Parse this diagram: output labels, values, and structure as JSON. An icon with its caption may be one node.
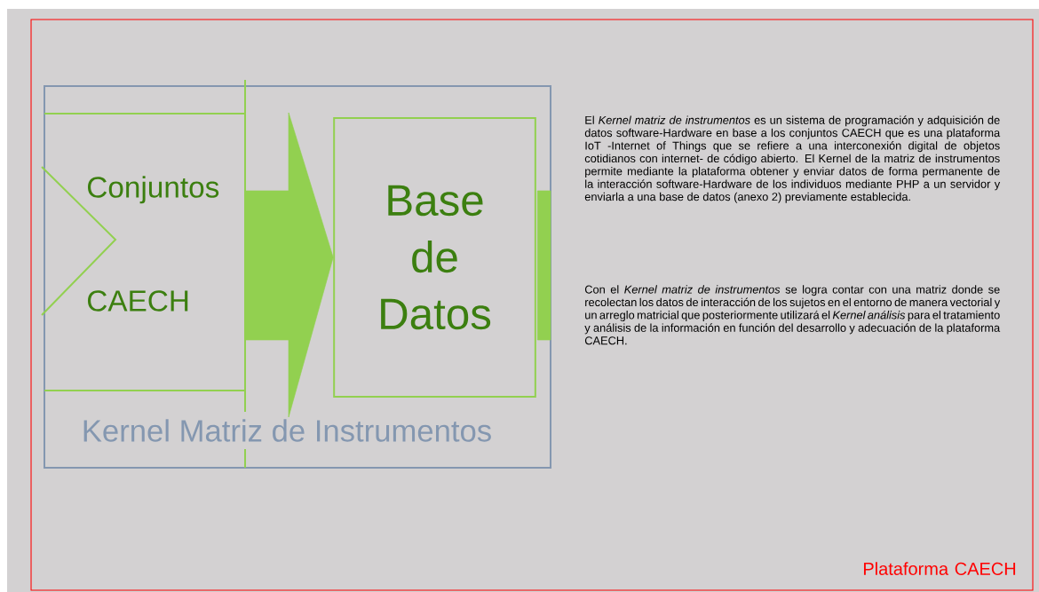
{
  "diagram": {
    "nodes": [
      {
        "text": [
          "Kernel Matriz de Instrumentos"
        ]
      },
      {
        "text": [
          "Conjuntos CAECH"
        ],
        "in": 0
      },
      {
        "text": [
          "Base de Datos"
        ],
        "in": 0
      }
    ],
    "edges": [
      {
        "from": 1,
        "to": 2,
        "arrow": "to",
        "style": "thick"
      },
      {
        "from": 2,
        "to": null,
        "arrow": "none",
        "style": "thick"
      }
    ],
    "labels": [
      "El *Kernel matriz de instrumentos* es un sistema de programación y adquisición de datos software-Hardware en base a los conjuntos CAECH que es una plataforma IoT -Internet of Things que se refiere a una interconexión digital de objetos cotidianos con internet- de código abierto. El Kernel de la matriz de instrumentos permite mediante la plataforma obtener y enviar datos de forma permanente de la interacción software-Hardware de los individuos mediante PHP a un servidor y enviarla a una base de datos (anexo 2) previamente establecida.",
      "Con el *Kernel matriz de instrumentos* se logra contar con una matriz donde se recolectan los datos de interacción de los sujetos en el entorno de manera vectorial y un arreglo matricial que posteriormente utilizará el *Kernel análisis* para el tratamiento y análisis de la información en función del desarrollo y adecuación de la plataforma CAECH.",
      "Plataforma CAECH"
    ]
  }
}
